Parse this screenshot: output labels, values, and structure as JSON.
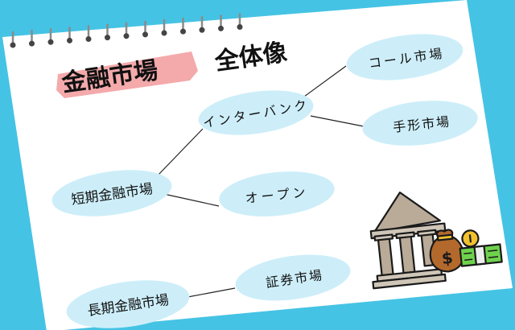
{
  "title": {
    "highlighted": "金融市場",
    "rest": "全体像",
    "highlight_color": "#f4a9ab"
  },
  "colors": {
    "background": "#45c3e4",
    "paper": "#ffffff",
    "node_fill": "#cdeef9",
    "line": "#222222"
  },
  "nodes": {
    "short_term": "短期金融市場",
    "interbank": "インターバンク",
    "call": "コール市場",
    "bill": "手形市場",
    "open": "オープン",
    "long_term": "長期金融市場",
    "securities": "証券市場"
  },
  "illustration": {
    "icon": "bank-money-icon",
    "bag_symbol": "$"
  }
}
